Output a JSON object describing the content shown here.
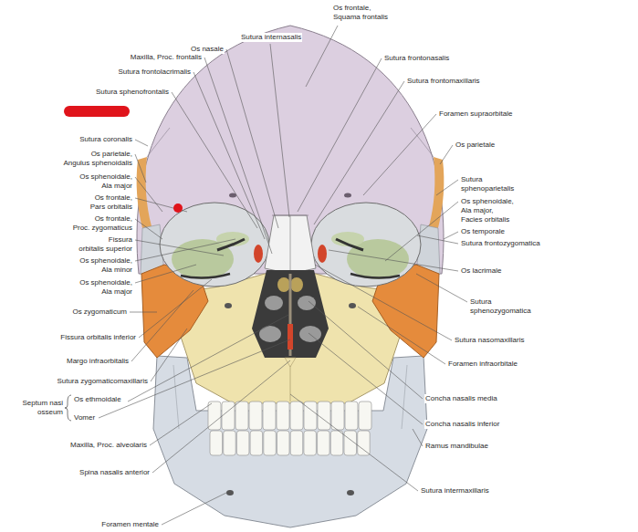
{
  "diagram": {
    "labels": [
      "Sutura internasalis",
      "Os nasale",
      "Maxilla, Proc. frontalis",
      "Sutura frontolacrimalis",
      "Sutura sphenofrontalis",
      "Sutura coronalis",
      "Os parietale, Angulus sphenoidalis",
      "Os sphenoidale, Ala major",
      "Os frontale, Pars orbitalis",
      "Os frontale, Proc. zygomaticus",
      "Fissura orbitalis superior",
      "Os sphenoidale, Ala minor",
      "Os sphenoidale, Ala major",
      "Os zygomaticum",
      "Fissura orbitalis inferior",
      "Margo infraorbitalis",
      "Sutura zygomaticomaxillaris",
      "Septum nasi osseum",
      "Os ethmoidale",
      "Vomer",
      "Maxilla, Proc. alveolaris",
      "Spina nasalis anterior",
      "Foramen mentale",
      "Os frontale, Squama frontalis",
      "Sutura frontonasalis",
      "Sutura frontomaxillaris",
      "Foramen supraorbitale",
      "Os parietale",
      "Sutura sphenoparietalis",
      "Os sphenoidale, Ala major, Facies orbitalis",
      "Os temporale",
      "Sutura frontozygomatica",
      "Os lacrimale",
      "Sutura sphenozygomatica",
      "Sutura nasomaxillaris",
      "Foramen infraorbitale",
      "Concha nasalis media",
      "Concha nasalis inferior",
      "Ramus mandibulae",
      "Sutura intermaxillaris"
    ]
  }
}
